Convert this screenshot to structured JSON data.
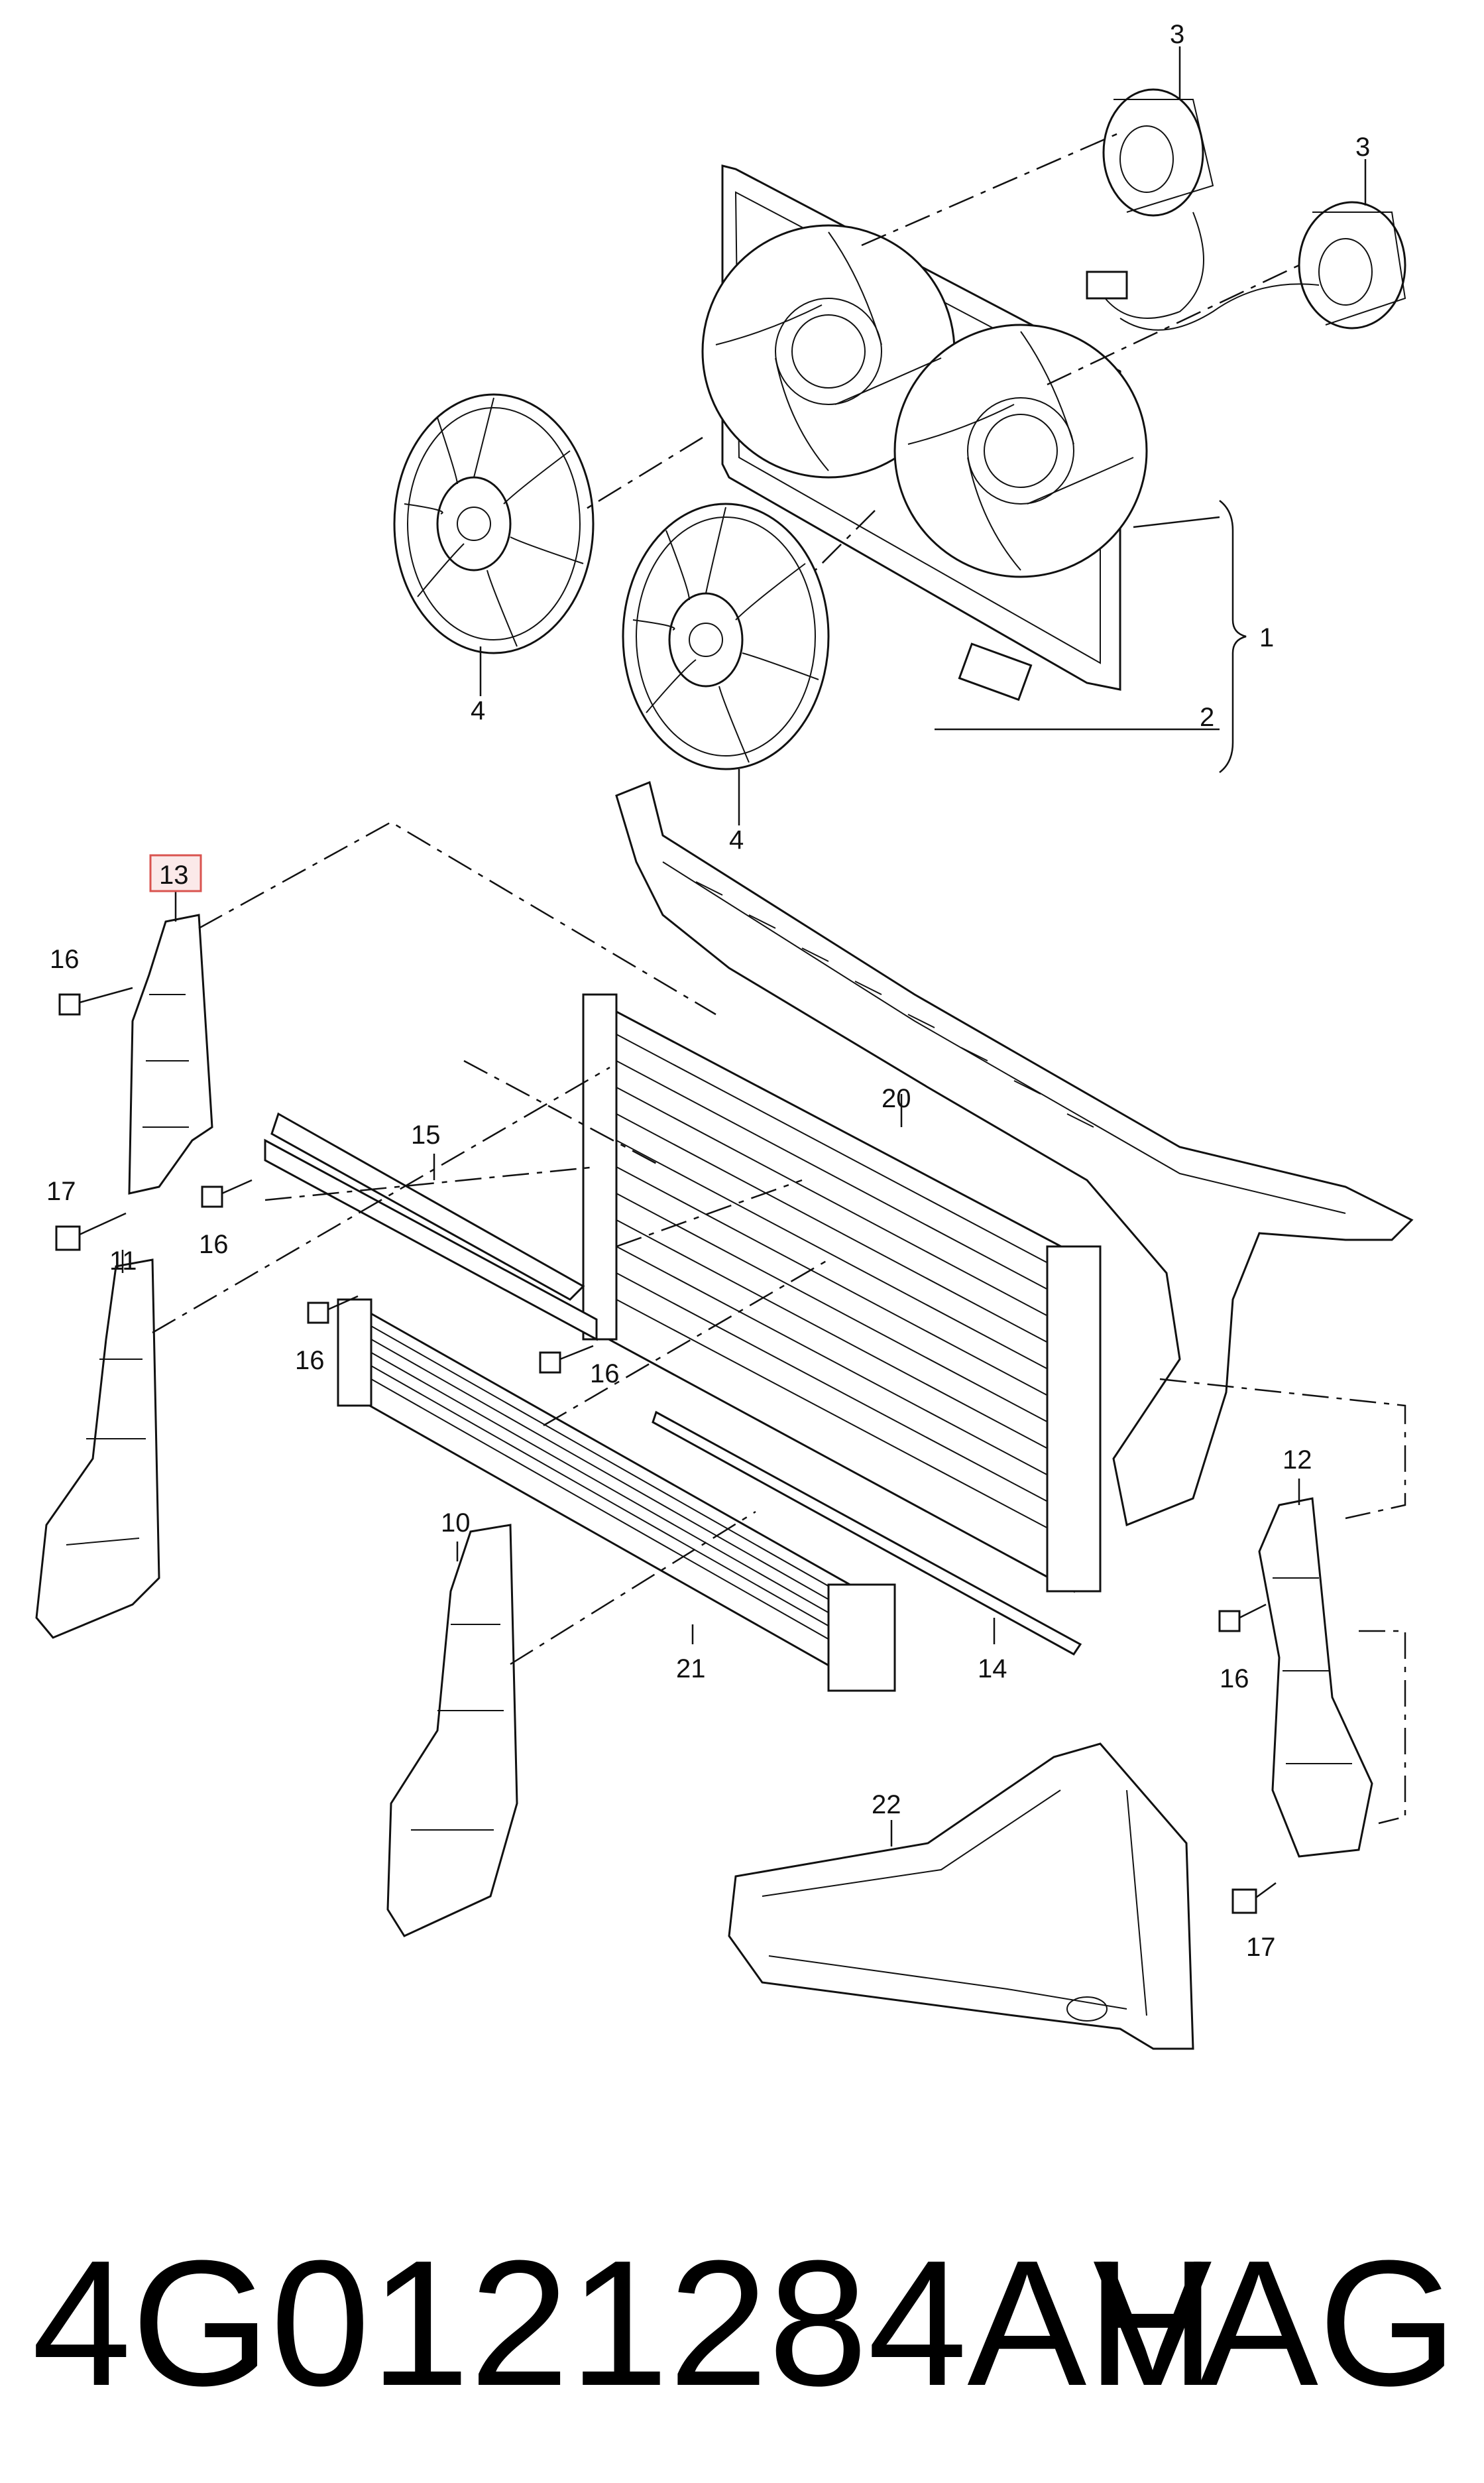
{
  "diagram": {
    "callouts": {
      "c1": "1",
      "c2": "2",
      "c3a": "3",
      "c3b": "3",
      "c4a": "4",
      "c4b": "4",
      "c10": "10",
      "c11": "11",
      "c12": "12",
      "c13": "13",
      "c14": "14",
      "c15": "15",
      "c16a": "16",
      "c16b": "16",
      "c16c": "16",
      "c16d": "16",
      "c16e": "16",
      "c17a": "17",
      "c17b": "17",
      "c20": "20",
      "c21": "21",
      "c22": "22"
    },
    "highlight_color": "#d9534f"
  },
  "footer": {
    "part_number": "4G0121284AH",
    "brand": "VAG"
  }
}
